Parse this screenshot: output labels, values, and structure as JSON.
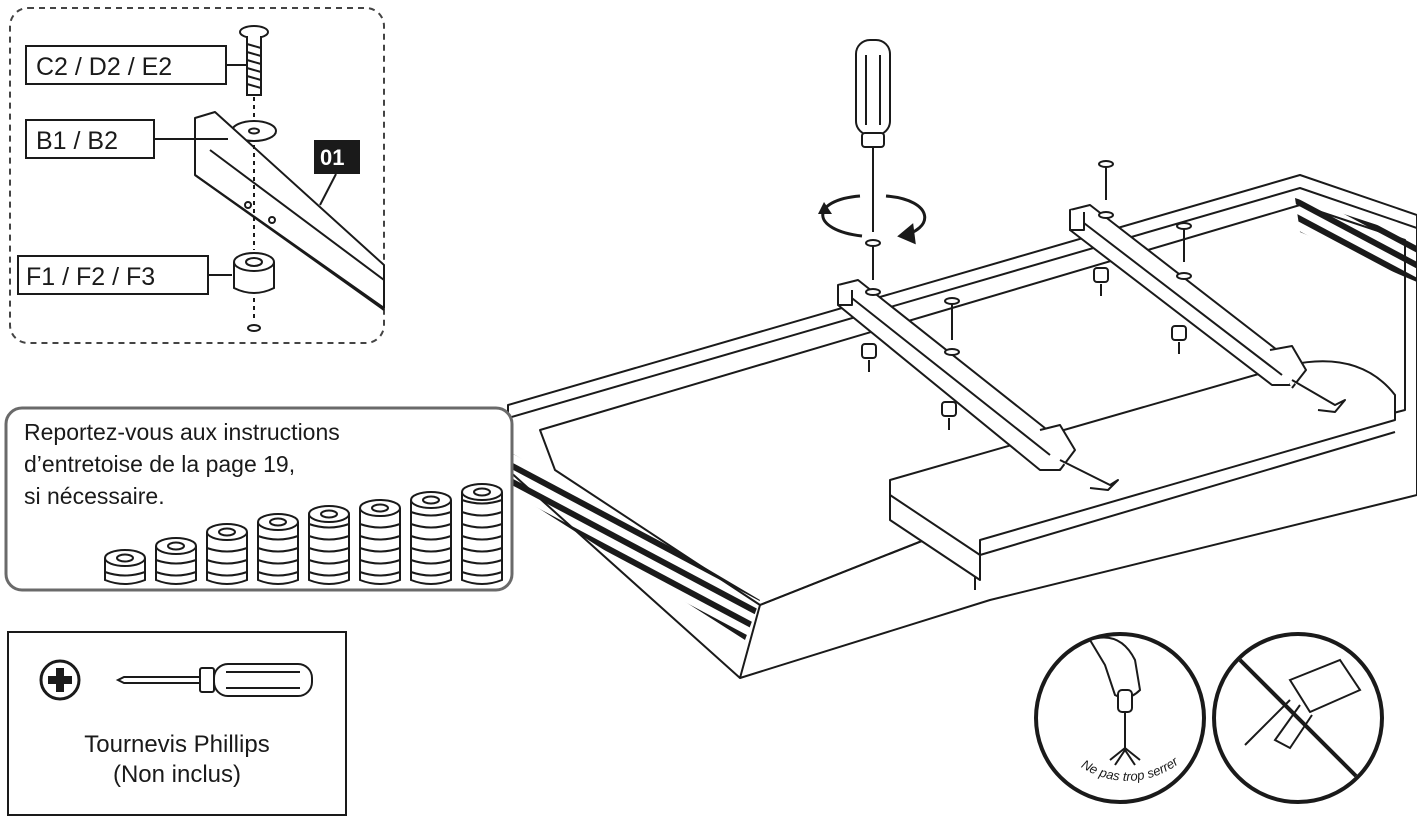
{
  "detail": {
    "screw_label": "C2 / D2 / E2",
    "washer_label": "B1 / B2",
    "spacer_label": "F1 / F2 / F3",
    "badge": "01"
  },
  "spacer_note": {
    "line1": "Reportez-vous aux instructions",
    "line2": "d’entretoise de la page 19,",
    "line3": "si nécessaire."
  },
  "tool": {
    "name": "Tournevis Phillips",
    "note": "(Non inclus)",
    "icon": "phillips-plus-icon"
  },
  "warning": {
    "text": "Ne pas trop serrer",
    "icons": [
      "hand-screwdriver-icon",
      "power-drill-prohibited-icon"
    ]
  },
  "colors": {
    "line": "#1a1a1a",
    "box_border": "#555555"
  }
}
